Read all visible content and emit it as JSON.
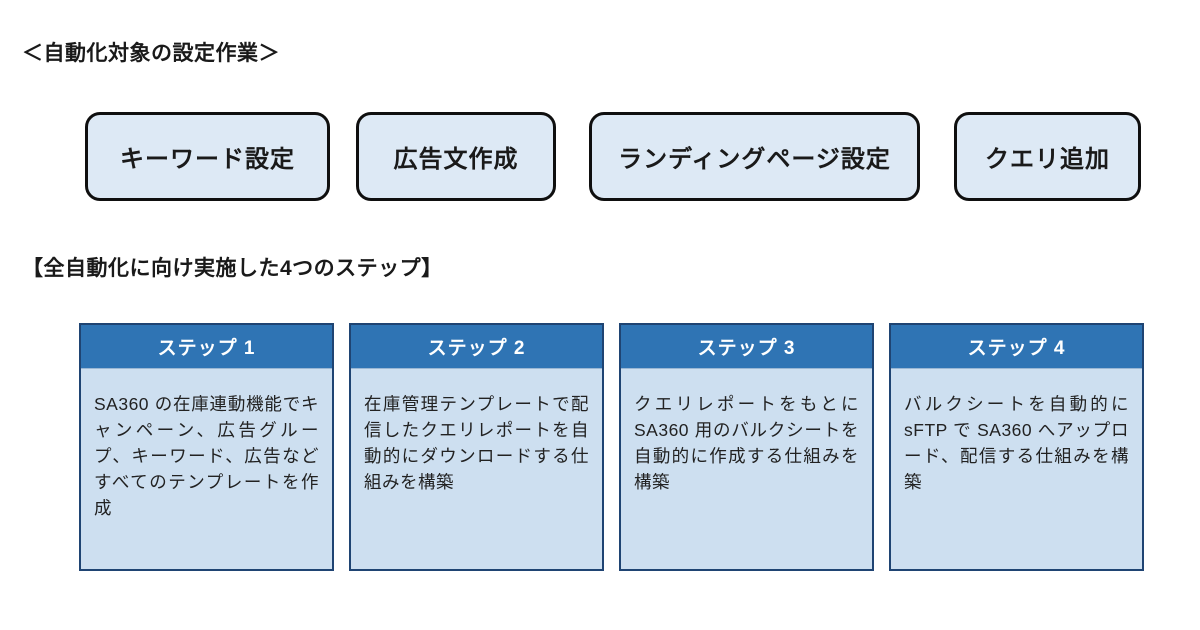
{
  "headings": {
    "tasks_title": "＜自動化対象の設定作業＞",
    "steps_title": "【全自動化に向け実施した4つのステップ】"
  },
  "task_boxes": [
    {
      "label": "キーワード設定"
    },
    {
      "label": "広告文作成"
    },
    {
      "label": "ランディングページ設定"
    },
    {
      "label": "クエリ追加"
    }
  ],
  "steps": [
    {
      "title": "ステップ 1",
      "body": "SA360 の在庫連動機能でキャンペーン、広告グループ、キーワード、広告などすべてのテンプレートを作成"
    },
    {
      "title": "ステップ 2",
      "body": "在庫管理テンプレートで配信したクエリレポートを自動的にダウンロードする仕組みを構築"
    },
    {
      "title": "ステップ 3",
      "body": "クエリレポートをもとに SA360 用のバルクシートを自動的に作成する仕組みを構築"
    },
    {
      "title": "ステップ 4",
      "body": "バルクシートを自動的に sFTP で SA360 へアップロード、配信する仕組みを構築"
    }
  ],
  "colors": {
    "page_bg": "#ffffff",
    "text": "#1f1f1f",
    "task_box_fill": "#dde9f5",
    "task_box_border": "#0f0f0f",
    "step_header_fill": "#2f74b4",
    "step_header_text": "#ffffff",
    "step_body_fill": "#cddff0",
    "step_border": "#1f4473"
  }
}
